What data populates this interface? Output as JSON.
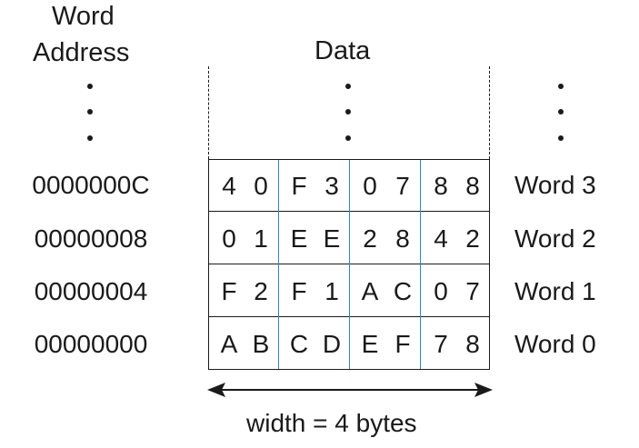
{
  "headers": {
    "word_address_line1": "Word",
    "word_address_line2": "Address",
    "data": "Data"
  },
  "rows": [
    {
      "address": "0000000C",
      "word": "Word 3",
      "bytes": [
        "4",
        "0",
        "F",
        "3",
        "0",
        "7",
        "8",
        "8"
      ]
    },
    {
      "address": "00000008",
      "word": "Word 2",
      "bytes": [
        "0",
        "1",
        "E",
        "E",
        "2",
        "8",
        "4",
        "2"
      ]
    },
    {
      "address": "00000004",
      "word": "Word 1",
      "bytes": [
        "F",
        "2",
        "F",
        "1",
        "A",
        "C",
        "0",
        "7"
      ]
    },
    {
      "address": "00000000",
      "word": "Word 0",
      "bytes": [
        "A",
        "B",
        "C",
        "D",
        "E",
        "F",
        "7",
        "8"
      ]
    }
  ],
  "width_label": "width = 4 bytes",
  "colors": {
    "text": "#1a1a1a",
    "byte_divider": "#2a86c8"
  }
}
